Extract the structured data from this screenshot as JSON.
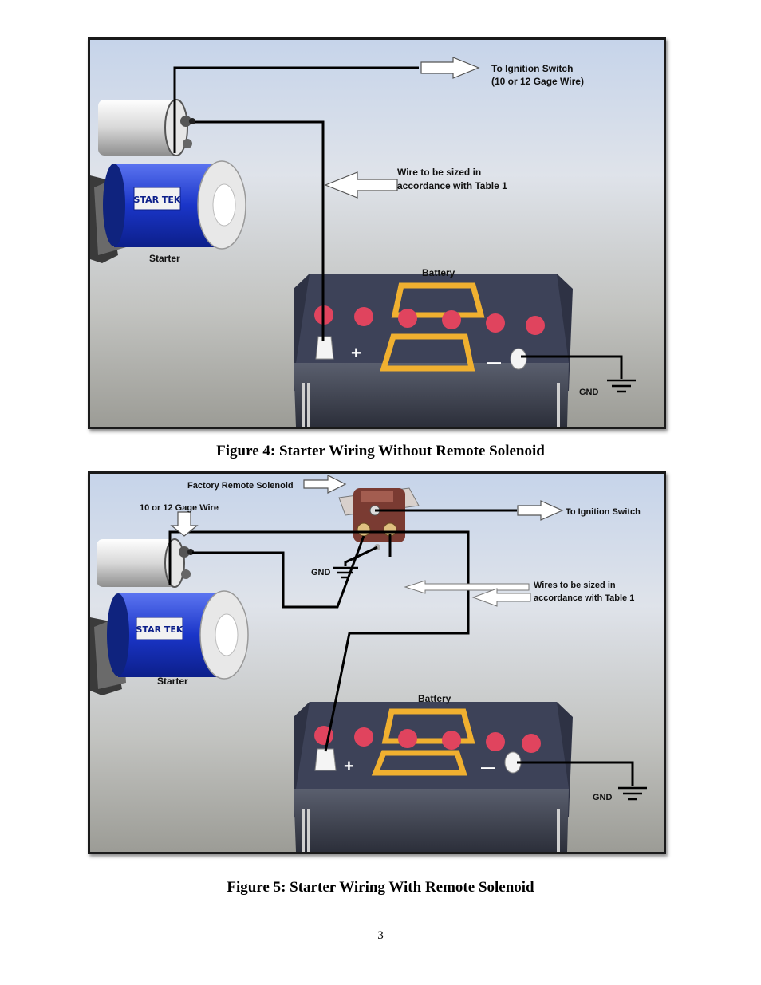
{
  "figure4": {
    "caption": "Figure 4: Starter Wiring Without Remote Solenoid",
    "labels": {
      "ignition_line1": "To Ignition Switch",
      "ignition_line2": "(10 or 12 Gage Wire)",
      "wire_size_line1": "Wire to be sized in",
      "wire_size_line2": "accordance with Table 1",
      "starter": "Starter",
      "battery": "Battery",
      "gnd": "GND"
    }
  },
  "figure5": {
    "caption": "Figure 5: Starter Wiring With Remote Solenoid",
    "labels": {
      "factory_solenoid": "Factory Remote Solenoid",
      "gage_wire": "10 or 12 Gage Wire",
      "ignition": "To Ignition Switch",
      "gnd_solenoid": "GND",
      "wires_size_line1": "Wires to be sized in",
      "wires_size_line2": "accordance with Table 1",
      "starter": "Starter",
      "battery": "Battery",
      "gnd_battery": "GND"
    }
  },
  "starter_brand": "STAR TEK",
  "battery_terminal_plus": "+",
  "battery_terminal_minus": "—",
  "page_number": "3",
  "colors": {
    "background_top": "#ccd9ec",
    "background_bottom": "#9a9a94",
    "starter_blue": "#1836c8",
    "battery_top": "#3a3f55",
    "terminal_red": "#e0445e",
    "handle_yellow": "#f0b030",
    "wire": "#000000"
  }
}
